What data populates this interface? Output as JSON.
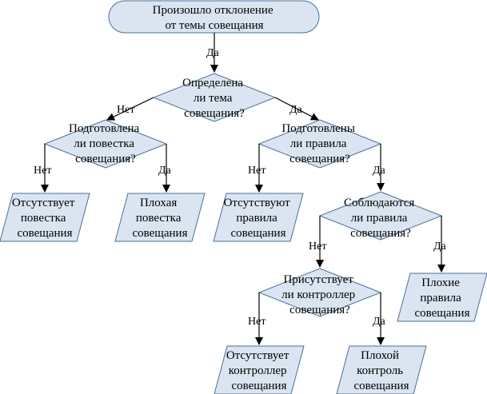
{
  "nodes": {
    "start": {
      "lines": [
        "Произошло отклонение",
        "от темы совещания"
      ]
    },
    "q_topic": {
      "lines": [
        "Определена",
        "ли тема",
        "совещания?"
      ]
    },
    "q_agenda": {
      "lines": [
        "Подготовлена",
        "ли повестка",
        "совещания?"
      ]
    },
    "q_rules": {
      "lines": [
        "Подготовлены",
        "ли правила",
        "совещания?"
      ]
    },
    "q_follow": {
      "lines": [
        "Соблюдаются",
        "ли правила",
        "совещания?"
      ]
    },
    "q_ctrl": {
      "lines": [
        "Присутствует",
        "ли контроллер",
        "совещания?"
      ]
    },
    "r_no_agenda": {
      "lines": [
        "Отсутствует",
        "повестка",
        "совещания"
      ]
    },
    "r_bad_agenda": {
      "lines": [
        "Плохая",
        "повестка",
        "совещания"
      ]
    },
    "r_no_rules": {
      "lines": [
        "Отсутствуют",
        "правила",
        "совещания"
      ]
    },
    "r_bad_rules": {
      "lines": [
        "Плохие",
        "правила",
        "совещания"
      ]
    },
    "r_no_ctrl": {
      "lines": [
        "Отсутствует",
        "контроллер",
        "совещания"
      ]
    },
    "r_bad_ctrl": {
      "lines": [
        "Плохой",
        "контроль",
        "совещания"
      ]
    }
  },
  "edge_labels": {
    "start_topic": "Да",
    "topic_agenda": "Нет",
    "topic_rules": "Да",
    "agenda_no": "Нет",
    "agenda_yes": "Да",
    "rules_no": "Нет",
    "rules_yes": "Да",
    "follow_no": "Нет",
    "follow_yes": "Да",
    "ctrl_no": "Нет",
    "ctrl_yes": "Да"
  },
  "colors": {
    "fill": "#dbe5f1",
    "stroke": "#4a6f96"
  }
}
